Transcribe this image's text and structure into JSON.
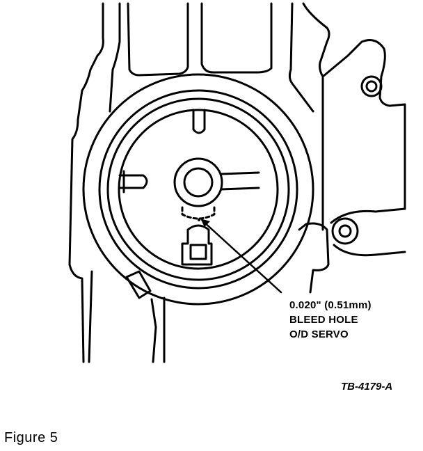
{
  "callout": {
    "line1": "0.020\" (0.51mm)",
    "line2": "BLEED HOLE",
    "line3": "O/D SERVO"
  },
  "drawing_code": "TB-4179-A",
  "caption": "Figure 5"
}
